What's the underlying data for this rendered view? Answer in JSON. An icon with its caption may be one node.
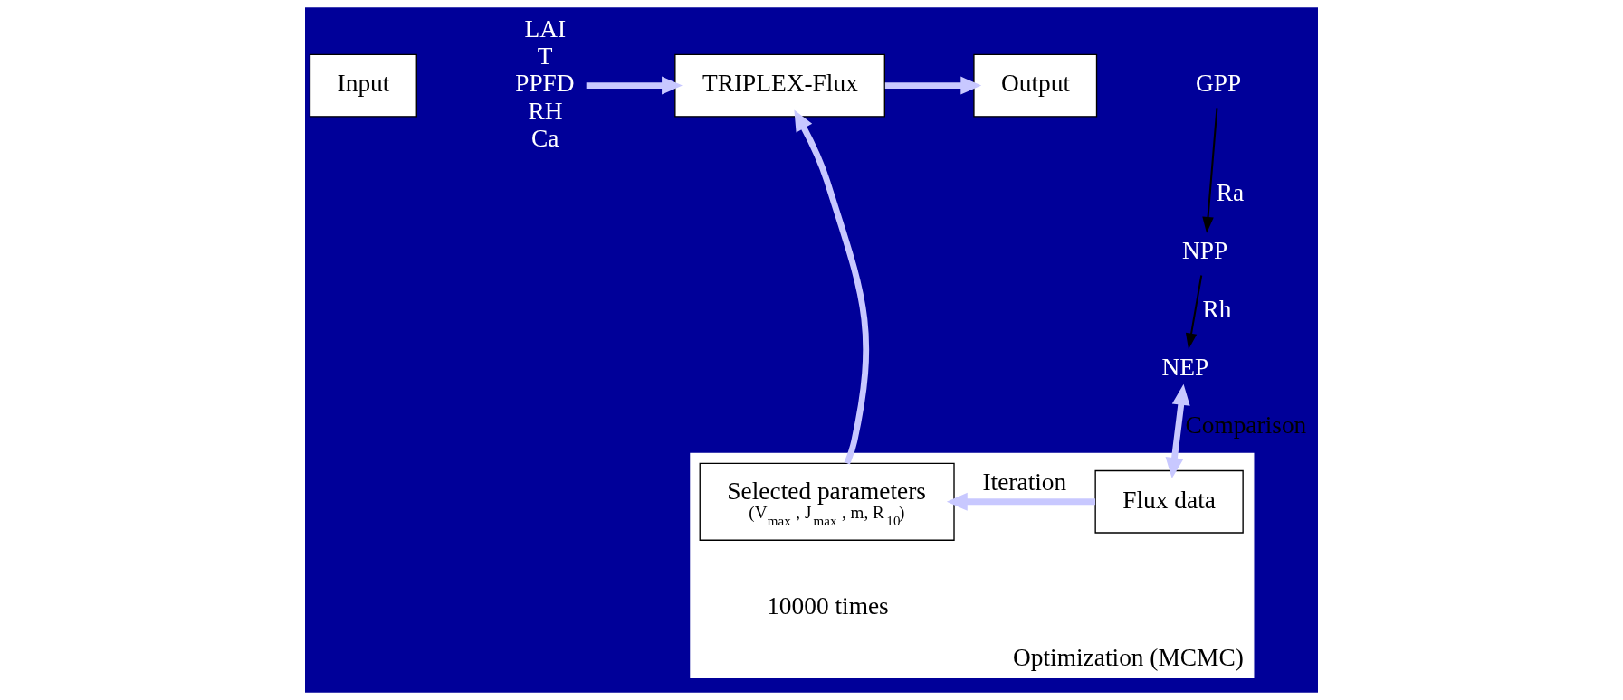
{
  "diagram": {
    "nodes": [
      {
        "text": [
          "Input"
        ]
      },
      {
        "text": [
          "LAI",
          "T",
          "PPFD",
          "RH",
          "Ca"
        ]
      },
      {
        "text": [
          "TRIPLEX-Flux"
        ]
      },
      {
        "text": [
          "Output"
        ]
      },
      {
        "text": [
          "GPP"
        ]
      },
      {
        "text": [
          "NPP"
        ]
      },
      {
        "text": [
          "NEP"
        ]
      },
      {
        "text": [
          "Optimization (MCMC)"
        ]
      },
      {
        "text": [
          "Selected parameters",
          "(V$_{max}$ , J$_{max}$ , m, R$_{10}$)"
        ],
        "in": 7
      },
      {
        "text": [
          "Flux data"
        ],
        "in": 7
      }
    ],
    "edges": [
      {
        "from": 1,
        "to": 2,
        "arrow": "to"
      },
      {
        "from": 2,
        "to": 3,
        "arrow": "to"
      },
      {
        "from": 4,
        "to": 5,
        "arrow": "to",
        "label": "Ra",
        "color": "#000000"
      },
      {
        "from": 5,
        "to": 6,
        "arrow": "to",
        "label": "Rh",
        "color": "#000000"
      },
      {
        "from": 6,
        "to": 9,
        "arrow": "both",
        "label": "Comparison"
      },
      {
        "from": 9,
        "to": 8,
        "arrow": "to",
        "label": "Iteration"
      },
      {
        "from": 8,
        "to": 2,
        "arrow": "to"
      }
    ],
    "labels": [
      "10000 times"
    ]
  }
}
